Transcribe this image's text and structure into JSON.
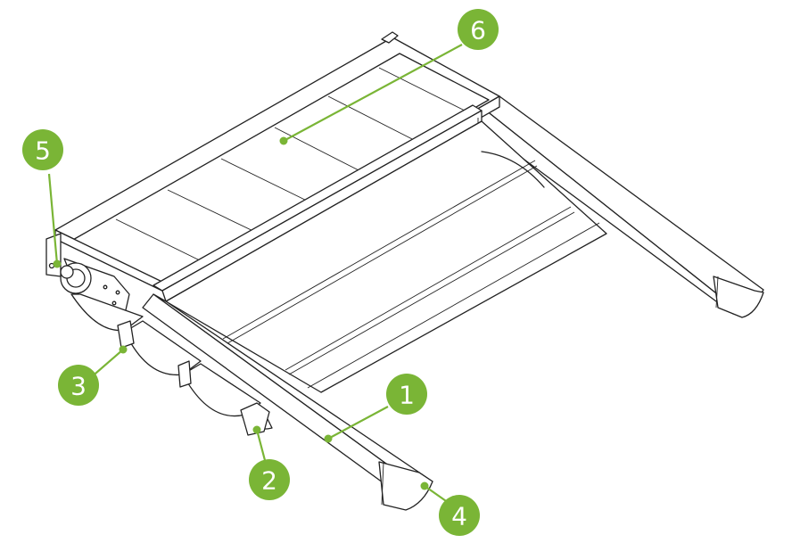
{
  "accent_color": "#7ab536",
  "callouts": [
    {
      "id": "1",
      "label": "1"
    },
    {
      "id": "2",
      "label": "2"
    },
    {
      "id": "3",
      "label": "3"
    },
    {
      "id": "4",
      "label": "4"
    },
    {
      "id": "5",
      "label": "5"
    },
    {
      "id": "6",
      "label": "6"
    }
  ]
}
